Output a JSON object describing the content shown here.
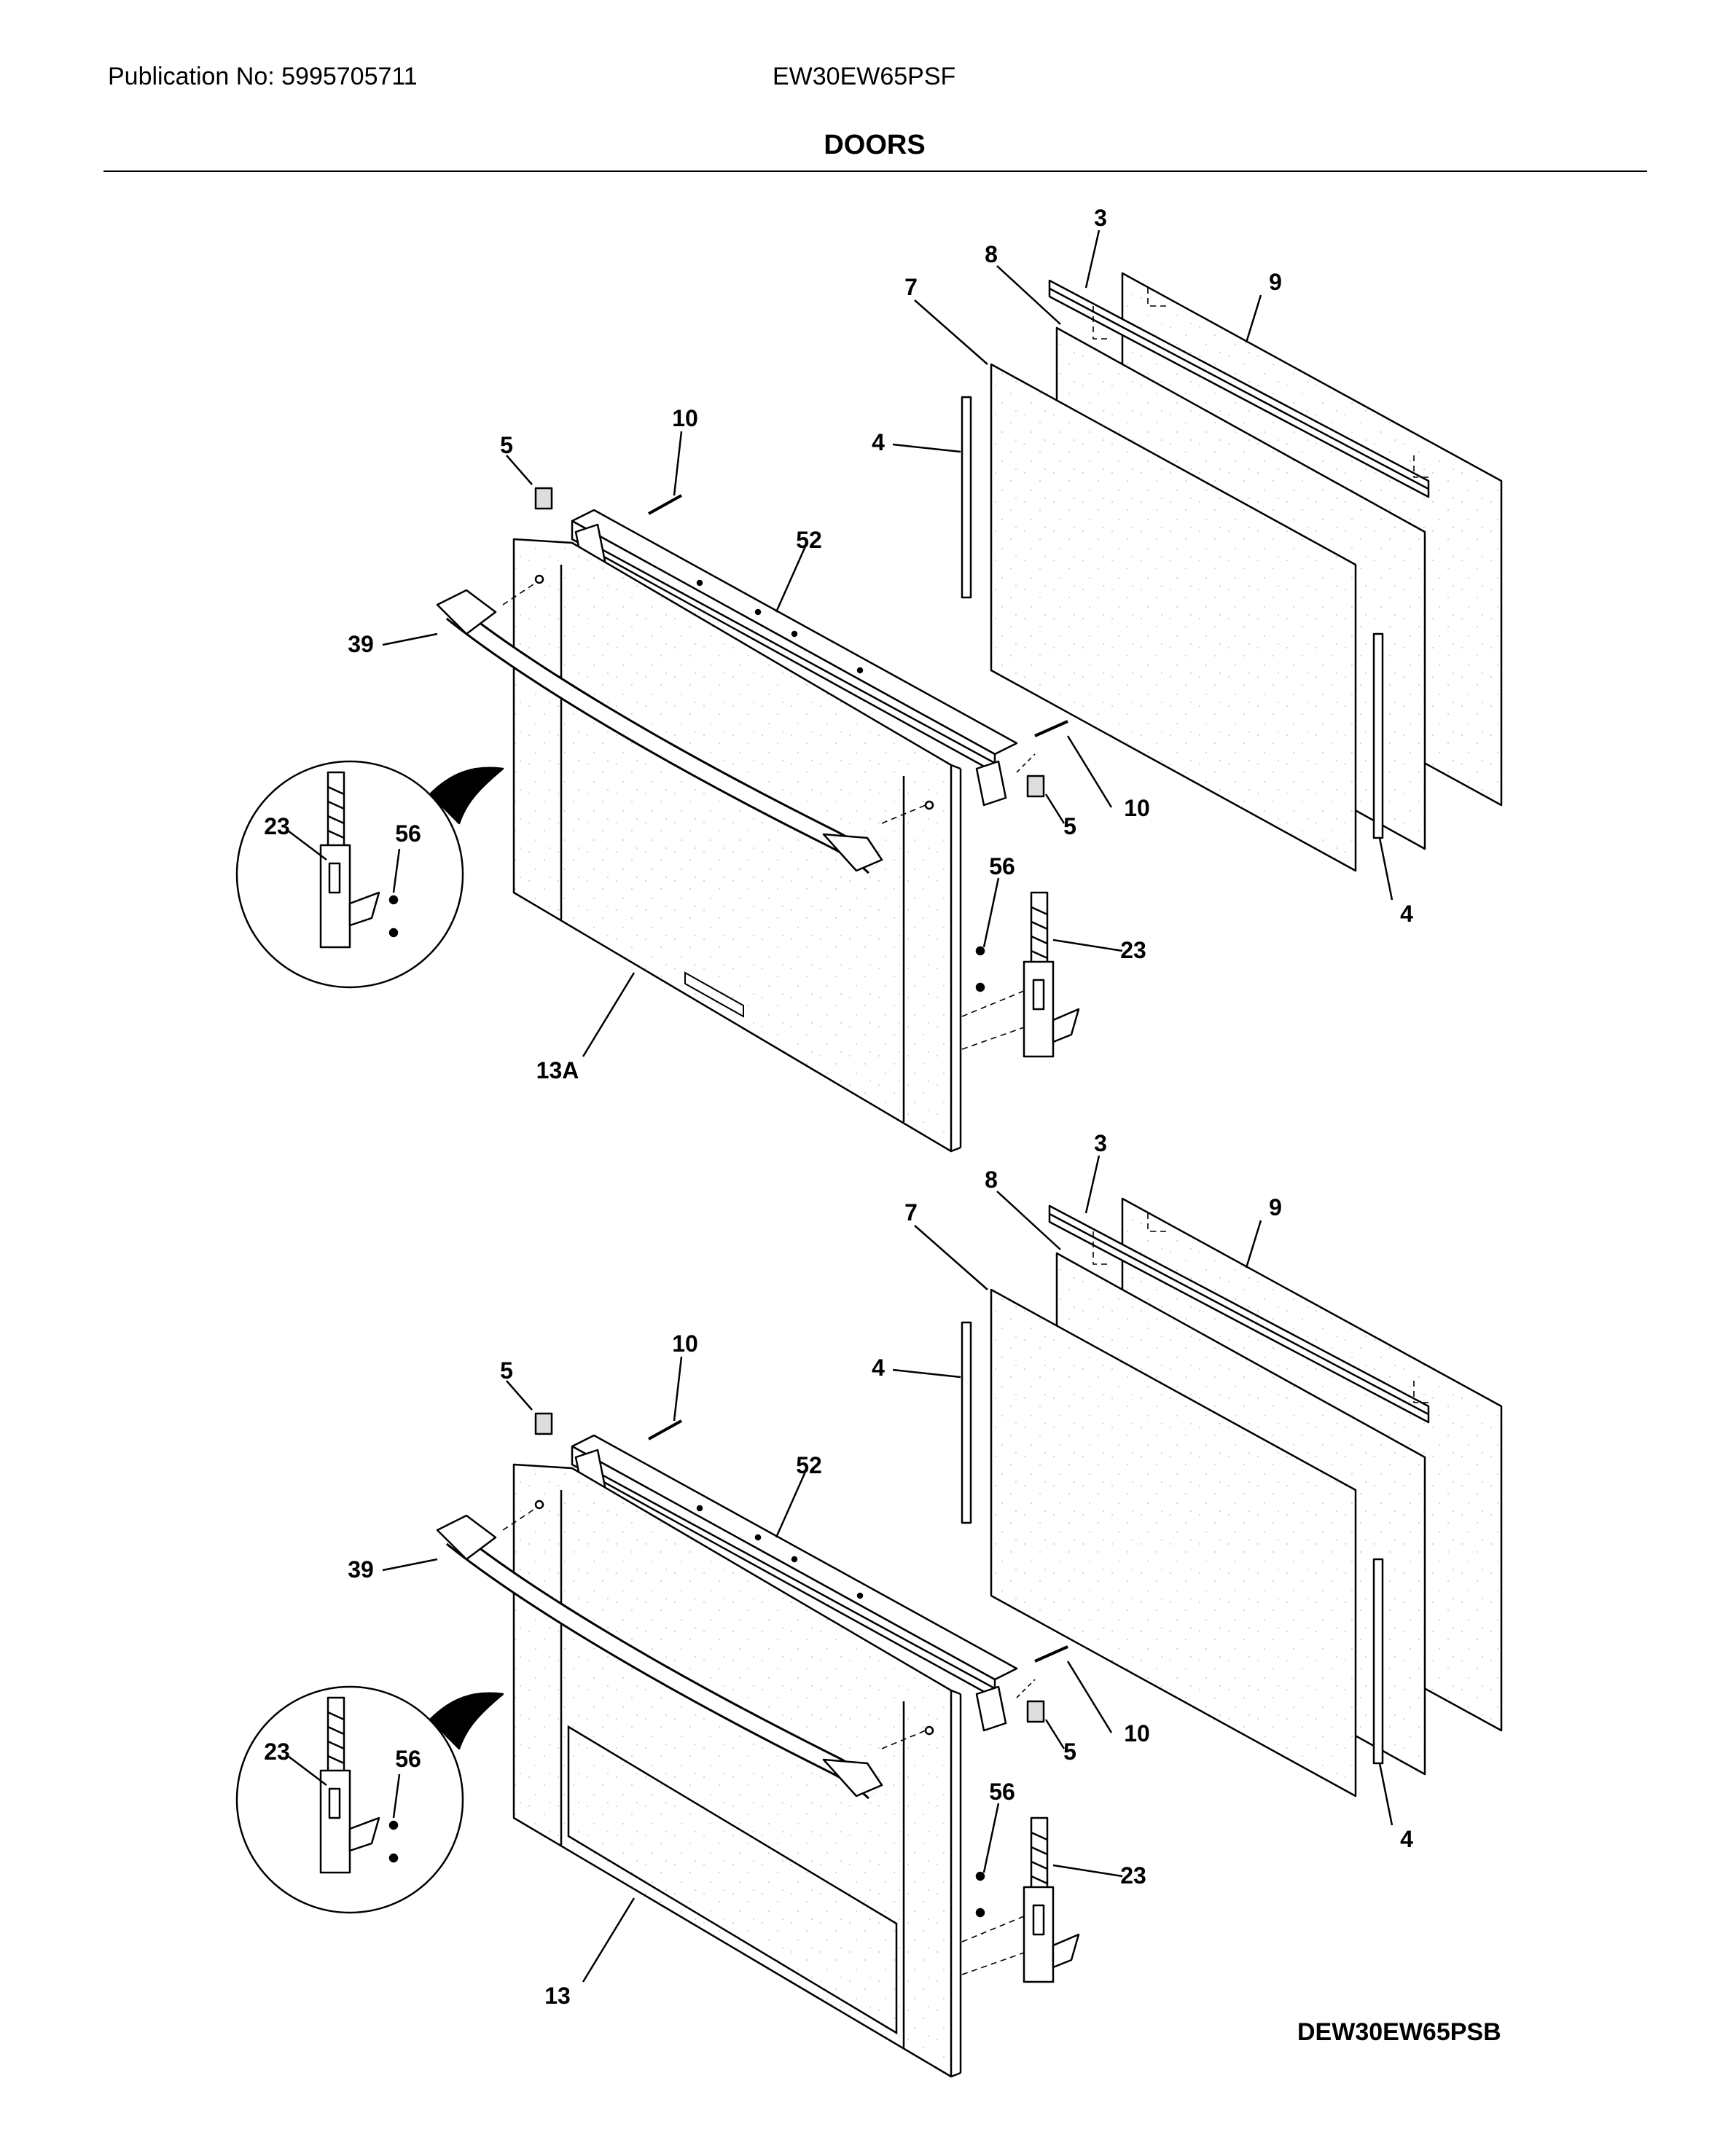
{
  "header": {
    "publication": "Publication No: 5995705711",
    "model": "EW30EW65PSF"
  },
  "title": "DOORS",
  "footer": {
    "code": "DEW30EW65PSB"
  },
  "assemblies": [
    {
      "callouts": [
        "3",
        "8",
        "9",
        "7",
        "10",
        "4",
        "5",
        "52",
        "39",
        "10",
        "5",
        "23",
        "56",
        "56",
        "23",
        "4",
        "13A"
      ]
    },
    {
      "callouts": [
        "3",
        "8",
        "9",
        "7",
        "10",
        "4",
        "5",
        "52",
        "39",
        "10",
        "5",
        "23",
        "56",
        "56",
        "23",
        "4",
        "13"
      ]
    }
  ]
}
